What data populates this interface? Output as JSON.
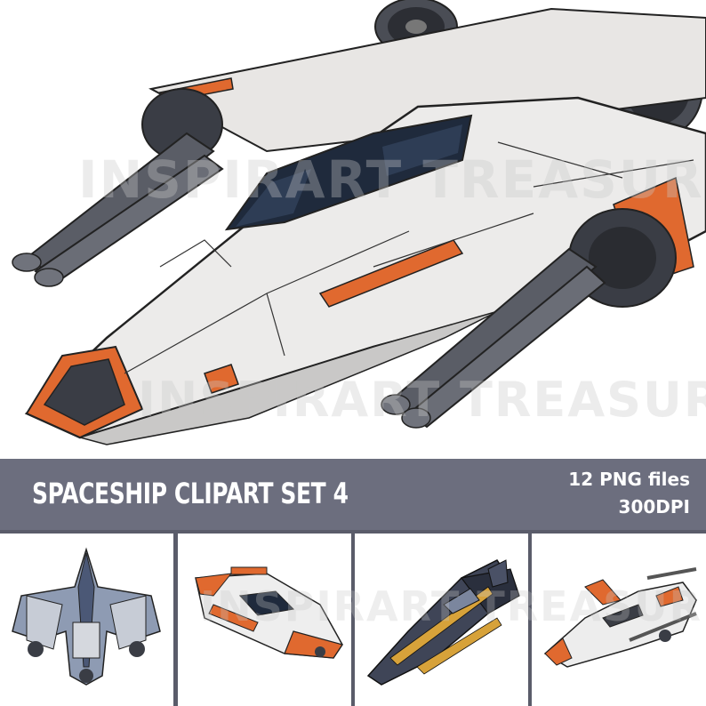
{
  "banner": {
    "title": "SPACESHIP CLIPART SET 4",
    "files": "12 PNG files",
    "resolution": "300DPI",
    "background_color": "#6c6e7e"
  },
  "watermark": {
    "text_hero_top": "INSPIRART TREASURE",
    "text_hero_bottom": "INSPIRART TREASURE",
    "text_thumbs": "INSPIRART TREASURE"
  },
  "images": {
    "hero": "white-orange-spaceship-illustration",
    "thumbs": [
      "blue-grey-spaceship-illustration",
      "white-orange-hovercraft-illustration",
      "dark-gold-fighter-illustration",
      "white-orange-starfighter-illustration"
    ]
  },
  "colors": {
    "accent_orange": "#e0692f",
    "hull_white": "#ececec",
    "dark_grey": "#3a3d45"
  }
}
